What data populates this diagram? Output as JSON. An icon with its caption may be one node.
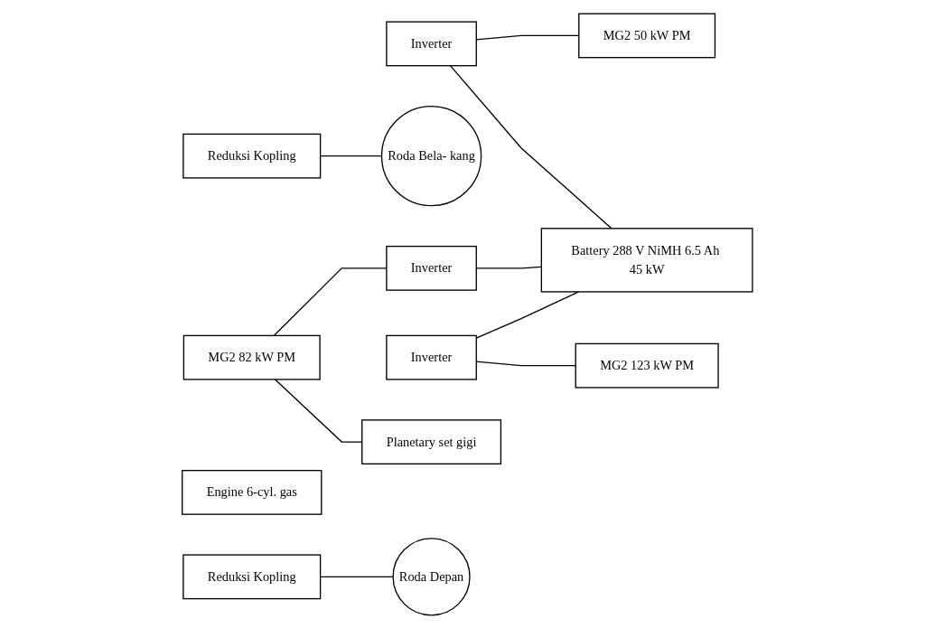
{
  "diagram": {
    "nodes": [
      {
        "text": [
          "Inverter"
        ]
      },
      {
        "text": [
          "MG2 50 kW PM"
        ]
      },
      {
        "text": [
          "Reduksi Kopling"
        ]
      },
      {
        "text": [
          "Roda Bela- kang"
        ]
      },
      {
        "text": [
          "MG2 82 kW PM"
        ]
      },
      {
        "text": [
          "Inverter"
        ]
      },
      {
        "text": [
          "Inverter"
        ]
      },
      {
        "text": [
          "Battery 288 V NiMH 6.5 Ah 45 kW"
        ]
      },
      {
        "text": [
          "Engine 6-cyl. gas"
        ]
      },
      {
        "text": [
          "Planetary set gigi"
        ]
      },
      {
        "text": [
          "MG2 123 kW PM"
        ]
      },
      {
        "text": [
          "Reduksi Kopling"
        ]
      },
      {
        "text": [
          "Roda Depan"
        ]
      }
    ],
    "edges": [
      {
        "from": 0,
        "to": 1,
        "arrow": "none"
      },
      {
        "from": 2,
        "to": 3,
        "arrow": "none"
      },
      {
        "from": 0,
        "to": 7,
        "arrow": "none"
      },
      {
        "from": 4,
        "to": 5,
        "arrow": "none"
      },
      {
        "from": 5,
        "to": 7,
        "arrow": "none"
      },
      {
        "from": 6,
        "to": 7,
        "arrow": "none"
      },
      {
        "from": 4,
        "to": 9,
        "arrow": "none"
      },
      {
        "from": 6,
        "to": 10,
        "arrow": "none"
      },
      {
        "from": 11,
        "to": 12,
        "arrow": "none"
      }
    ]
  }
}
